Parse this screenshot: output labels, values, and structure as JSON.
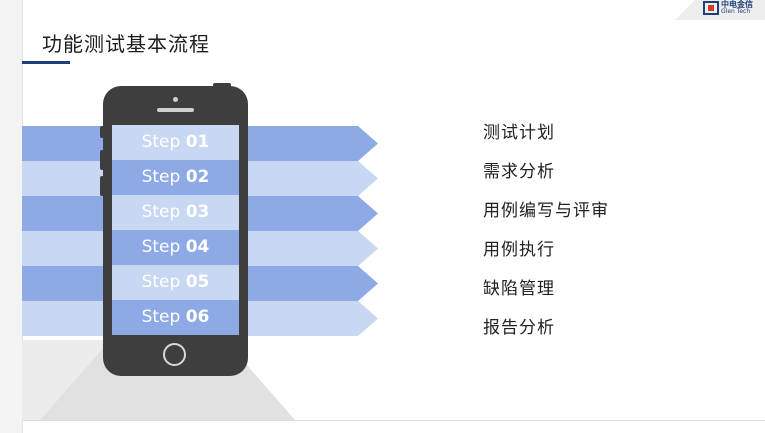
{
  "title": "功能测试基本流程",
  "logo": {
    "cn": "中电金信",
    "en": "Glen Tech"
  },
  "steps": [
    {
      "prefix": "Step ",
      "num": "01"
    },
    {
      "prefix": "Step ",
      "num": "02"
    },
    {
      "prefix": "Step ",
      "num": "03"
    },
    {
      "prefix": "Step ",
      "num": "04"
    },
    {
      "prefix": "Step ",
      "num": "05"
    },
    {
      "prefix": "Step ",
      "num": "06"
    }
  ],
  "items": [
    "测试计划",
    "需求分析",
    "用例编写与评审",
    "用例执行",
    "缺陷管理",
    "报告分析"
  ],
  "colors": {
    "band_dark": "#8eaae6",
    "band_light": "#c8d7f2",
    "screen_dark": "#8eaae6",
    "screen_light": "#c8d7f2",
    "phone": "#3e3e3e",
    "title_bar": "#1f3f7a"
  }
}
